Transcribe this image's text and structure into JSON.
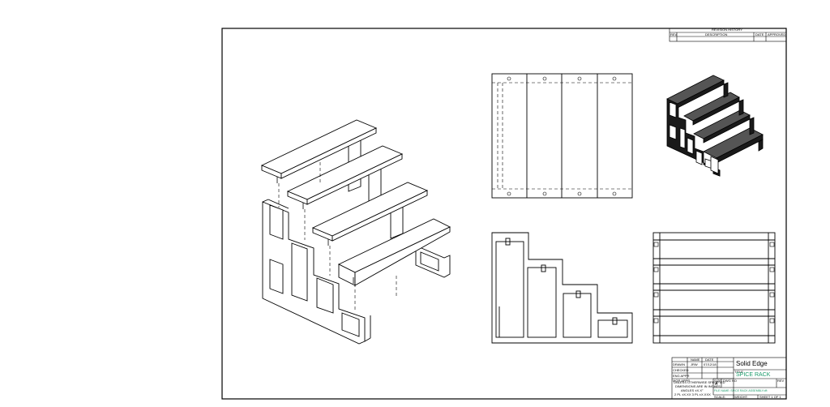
{
  "revision_history": {
    "heading": "REVISION HISTORY",
    "col_rev": "REV",
    "col_description": "DESCRIPTION",
    "col_date": "DATE",
    "col_approved": "APPROVED"
  },
  "title_block": {
    "col_name": "NAME",
    "col_date": "DATE",
    "row_drawn": "DRAWN",
    "row_checked": "CHECKED",
    "row_eng_appr": "ENG APPR",
    "row_mgr_appr": "MGR APPR",
    "drawn_name": "JRW",
    "drawn_date": "07/12/18",
    "company": "Solid Edge",
    "title_label": "TITLE",
    "title": "SPICE RACK",
    "size_label": "SIZE",
    "size_value": "A",
    "dwg_label": "DWG NO",
    "rev_label": "REV",
    "note_line1": "UNLESS OTHERWISE SPECIFIED",
    "note_line2": "DIMENSIONS ARE IN INCHES",
    "note_line3": "ANGLES ±X.X°",
    "note_line4": "2 PL ±X.XX  3 PL ±X.XXX",
    "filename": "FILE NAME: SPICE RACK ASSEMBLY.dft",
    "scale_label": "SCALE:",
    "weight_label": "WEIGHT:",
    "sheet_label": "SHEET 1 OF 1"
  }
}
